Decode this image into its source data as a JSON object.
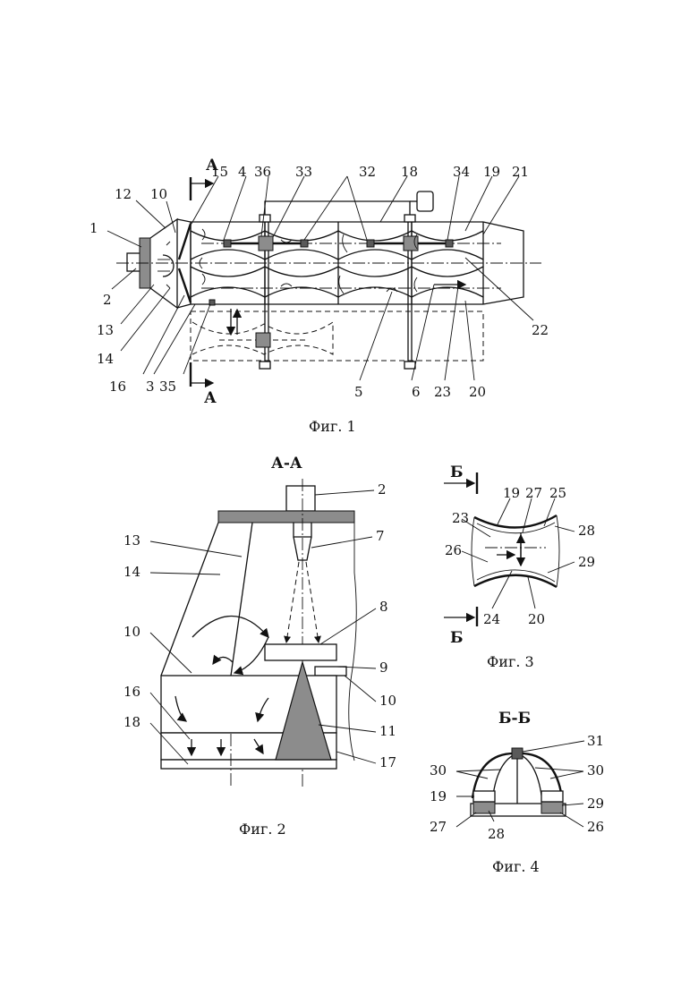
{
  "fig1": {
    "caption": "Фиг. 1",
    "section_mark": "А",
    "labels": [
      "1",
      "2",
      "3",
      "4",
      "5",
      "6",
      "10",
      "12",
      "13",
      "14",
      "15",
      "16",
      "18",
      "19",
      "20",
      "21",
      "22",
      "23",
      "32",
      "33",
      "34",
      "35",
      "36"
    ]
  },
  "fig2": {
    "title": "А-А",
    "caption": "Фиг. 2",
    "labels": [
      "2",
      "7",
      "8",
      "9",
      "10",
      "10",
      "11",
      "13",
      "14",
      "16",
      "17",
      "18"
    ]
  },
  "fig3": {
    "section_mark": "Б",
    "caption": "Фиг. 3",
    "labels": [
      "19",
      "20",
      "23",
      "24",
      "25",
      "26",
      "27",
      "28",
      "29"
    ]
  },
  "fig4": {
    "title": "Б-Б",
    "caption": "Фиг. 4",
    "labels": [
      "19",
      "26",
      "27",
      "28",
      "29",
      "30",
      "30",
      "31"
    ]
  }
}
